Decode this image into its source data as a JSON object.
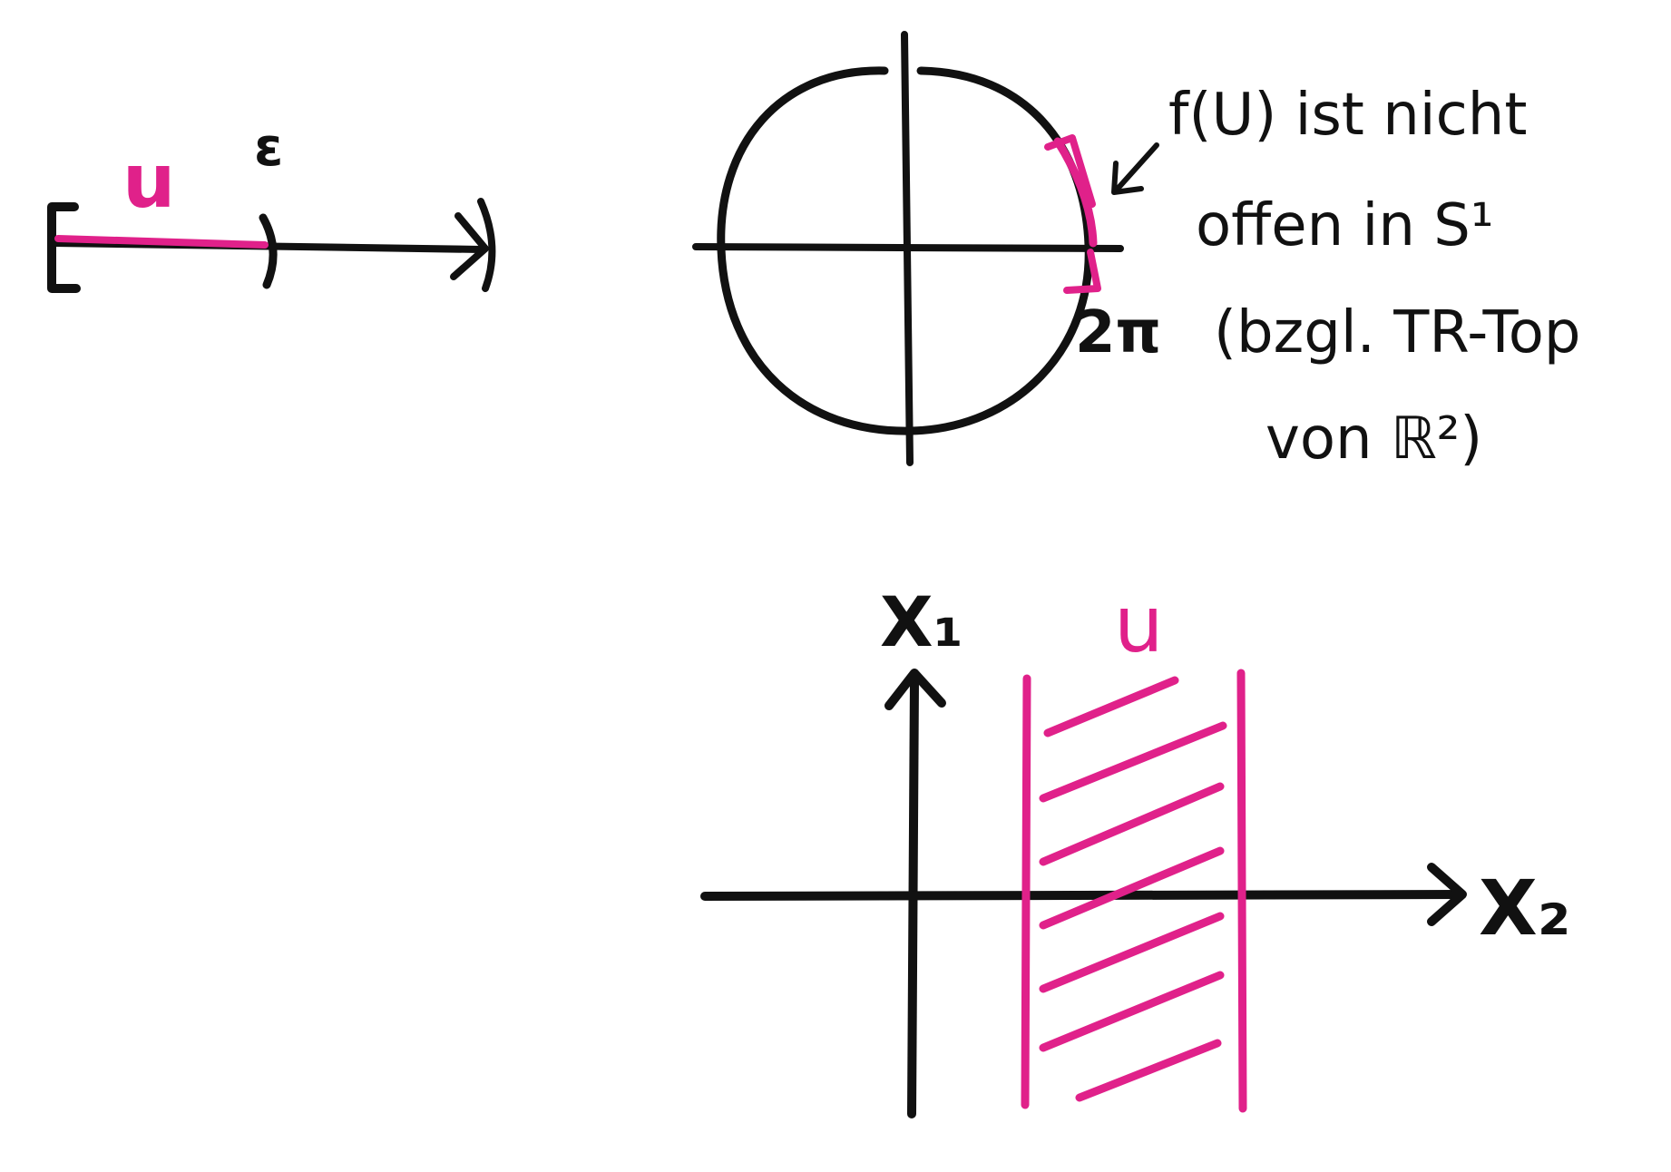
{
  "colors": {
    "ink": "#111111",
    "highlight": "#e0218a",
    "paper": "#ffffff"
  },
  "interval_diagram": {
    "set_label": "u",
    "epsilon_label": "ε"
  },
  "circle_diagram": {
    "point_label": "2π",
    "annotation_lines": [
      "f(U) ist nicht",
      "offen in S¹",
      "(bzgl. TR-Top",
      "von ℝ²)"
    ]
  },
  "strip_diagram": {
    "vertical_axis_label": "X₁",
    "horizontal_axis_label": "X₂",
    "set_label": "u"
  }
}
